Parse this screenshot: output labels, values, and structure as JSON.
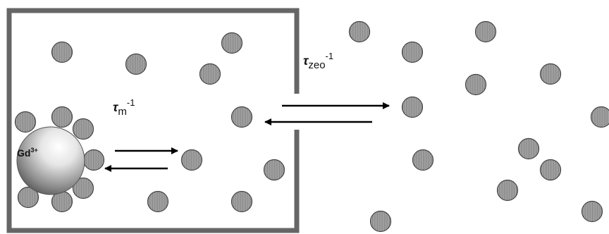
{
  "labels": {
    "ion": "Gd",
    "ion_charge": "3+",
    "tau_m": "τ",
    "tau_m_sub": "m",
    "tau_m_exp": "-1",
    "tau_zeo": "τ",
    "tau_zeo_sub": "zeo",
    "tau_zeo_exp": "-1"
  },
  "colors": {
    "wall": "#666666",
    "molecule_fill": "#a9a9a9",
    "molecule_stroke": "#444444",
    "arrow": "#000000"
  }
}
